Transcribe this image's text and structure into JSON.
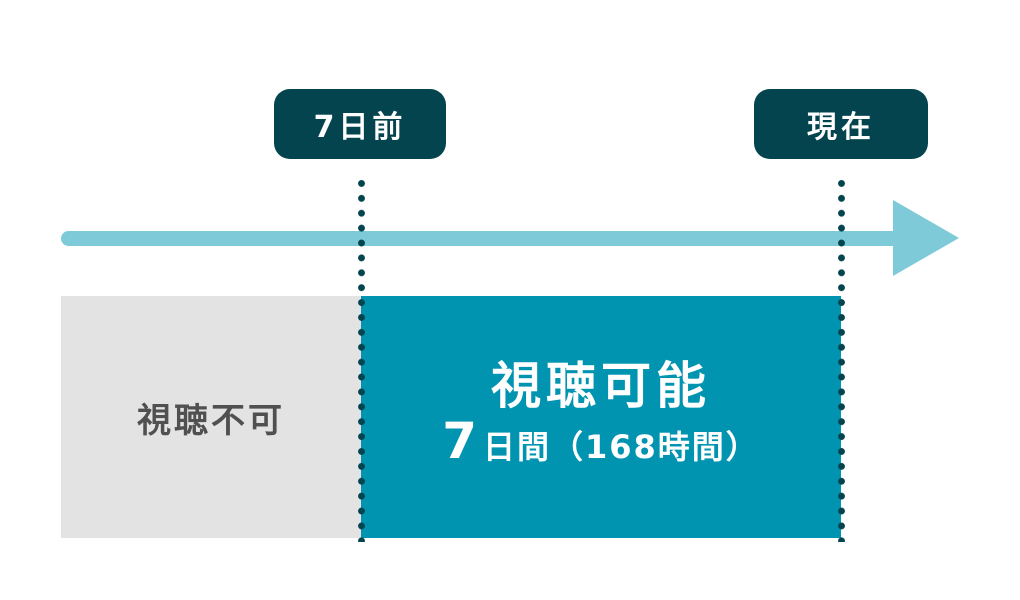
{
  "diagram": {
    "markers": [
      {
        "label": "7日前"
      },
      {
        "label": "現在"
      }
    ],
    "blocks": {
      "unavailable": {
        "label": "視聴不可"
      },
      "available": {
        "title": "視聴可能",
        "duration_number": "7",
        "duration_rest": "日間（168時間）"
      }
    },
    "colors": {
      "marker_bg": "#03444f",
      "timeline": "#7ecad8",
      "available_bg": "#0194b1",
      "unavailable_bg": "#e3e3e3",
      "unavailable_text": "#505050"
    }
  }
}
